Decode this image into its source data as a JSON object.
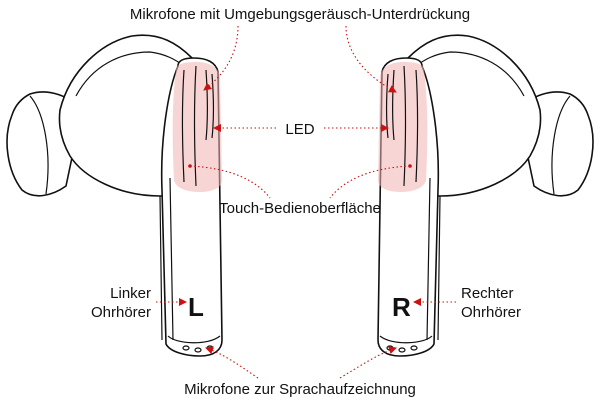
{
  "labels": {
    "anc_microphones": "Mikrofone mit Umgebungsgeräusch-Unterdrückung",
    "led": "LED",
    "touch_surface": "Touch-Bedienoberfläche",
    "left_line1": "Linker",
    "left_line2": "Ohrhörer",
    "right_line1": "Rechter",
    "right_line2": "Ohrhörer",
    "voice_microphones": "Mikrofone zur Sprachaufzeichnung",
    "left_letter": "L",
    "right_letter": "R"
  },
  "colors": {
    "highlight": "#f3b3b3",
    "pointer": "#cc1111",
    "outline": "#111111"
  }
}
